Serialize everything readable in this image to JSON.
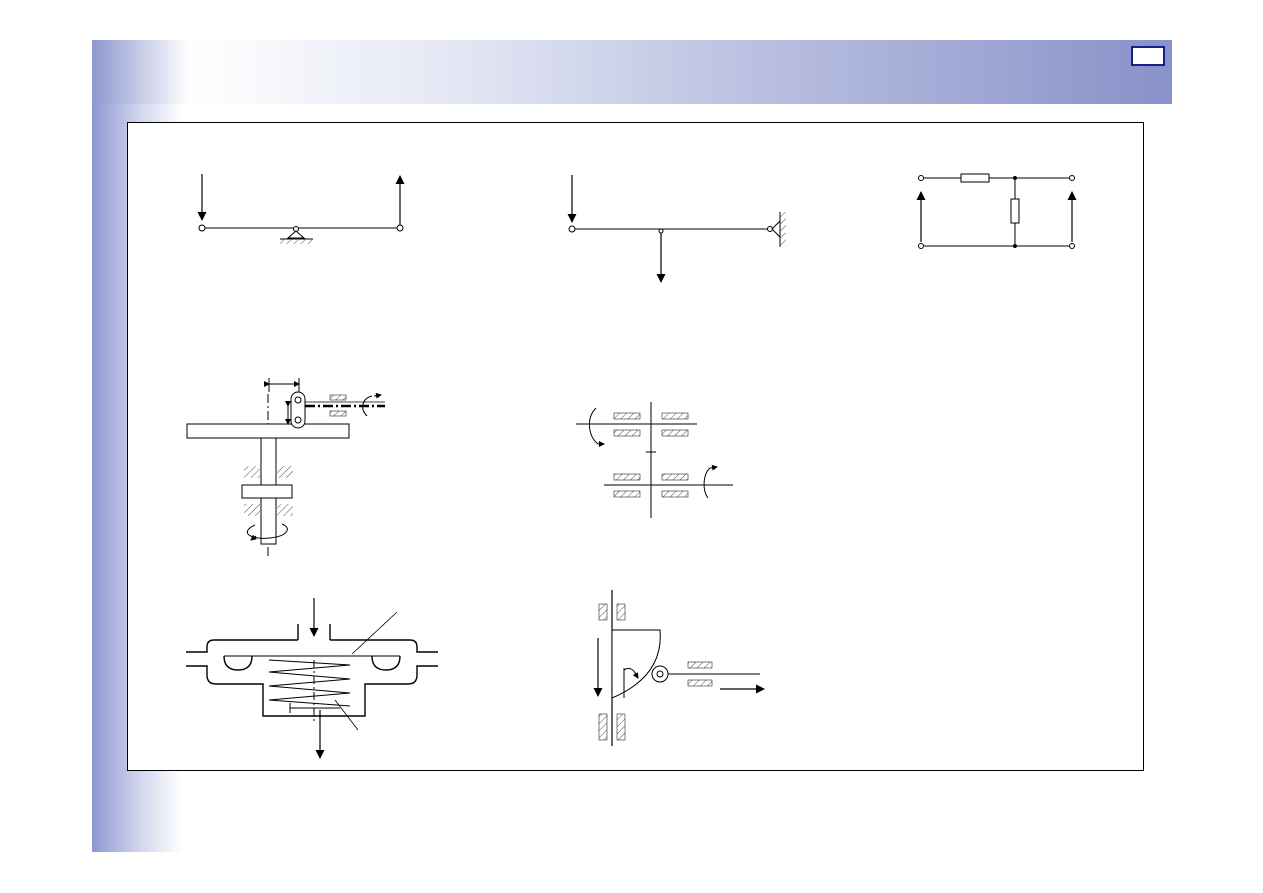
{
  "slide": {
    "page_number": "",
    "accent_color": "#8d97cf",
    "frame_color": "#000000",
    "hatch_color": "#555555"
  },
  "diagrams": [
    "lever-schematic",
    "cantilever-beam-schematic",
    "resistor-network-schematic",
    "cam-follower-slider-schematic",
    "two-shaft-bearing-schematic",
    "spring-valve-schematic",
    "wedge-cam-roller-schematic"
  ]
}
